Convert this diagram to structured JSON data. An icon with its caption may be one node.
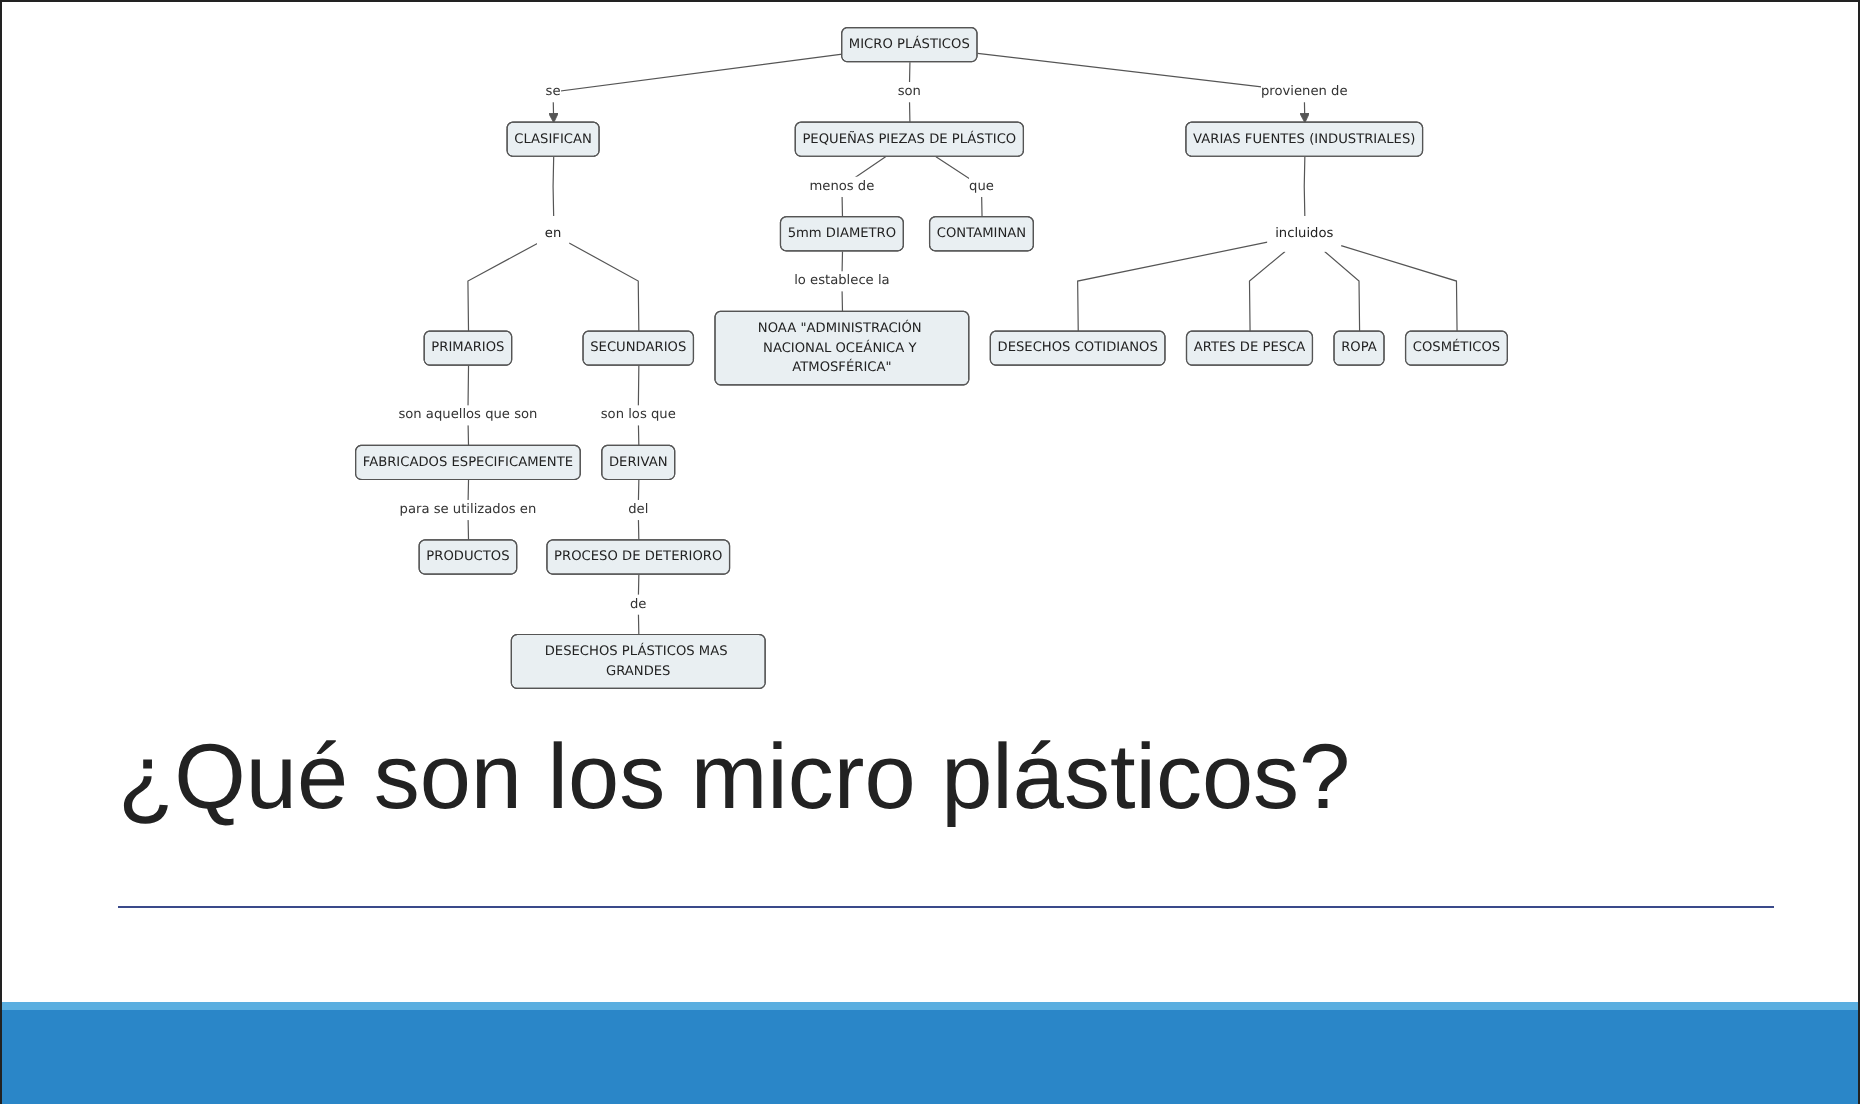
{
  "diagram": {
    "title": "¿Qué son los micro plásticos?",
    "nodes": [
      {
        "text": [
          "MICRO PLÁSTICOS"
        ]
      },
      {
        "text": [
          "CLASIFICAN"
        ]
      },
      {
        "text": [
          "VARIAS FUENTES (INDUSTRIALES)"
        ]
      },
      {
        "text": [
          "en"
        ]
      },
      {
        "text": [
          "PRIMARIOS"
        ]
      },
      {
        "text": [
          "SECUNDARIOS"
        ]
      },
      {
        "text": [
          "FABRICADOS ESPECIFICAMENTE"
        ]
      },
      {
        "text": [
          "DERIVAN"
        ]
      },
      {
        "text": [
          "PRODUCTOS"
        ]
      },
      {
        "text": [
          "PROCESO DE DETERIORO"
        ]
      },
      {
        "text": [
          "DESECHOS PLÁSTICOS MAS GRANDES"
        ]
      },
      {
        "text": [
          "PEQUEÑAS PIEZAS DE PLÁSTICO"
        ]
      },
      {
        "text": [
          "5mm DIAMETRO"
        ]
      },
      {
        "text": [
          "CONTAMINAN"
        ]
      },
      {
        "text": [
          "NOAA \"ADMINISTRACIÓN NACIONAL OCEÁNICA Y ATMOSFÉRICA\""
        ]
      },
      {
        "text": [
          "incluidos"
        ]
      },
      {
        "text": [
          "DESECHOS COTIDIANOS"
        ]
      },
      {
        "text": [
          "ARTES DE PESCA"
        ]
      },
      {
        "text": [
          "ROPA"
        ]
      },
      {
        "text": [
          "COSMÉTICOS"
        ]
      }
    ],
    "edges": [
      {
        "from": 0,
        "to": 1,
        "arrow": "to",
        "label": "se"
      },
      {
        "from": 0,
        "to": 2,
        "arrow": "to",
        "label": "provienen de"
      },
      {
        "from": 1,
        "to": 3,
        "arrow": "none"
      },
      {
        "from": 3,
        "to": 4,
        "arrow": "none"
      },
      {
        "from": 3,
        "to": 5,
        "arrow": "none"
      },
      {
        "from": 4,
        "to": 6,
        "arrow": "none",
        "label": "son aquellos que son"
      },
      {
        "from": 6,
        "to": 8,
        "arrow": "none",
        "label": "para se utilizados en"
      },
      {
        "from": 5,
        "to": 7,
        "arrow": "none",
        "label": "son los que"
      },
      {
        "from": 7,
        "to": 9,
        "arrow": "none",
        "label": "del"
      },
      {
        "from": 9,
        "to": 10,
        "arrow": "none",
        "label": "de"
      },
      {
        "from": 0,
        "to": 11,
        "arrow": "none",
        "label": "son"
      },
      {
        "from": 11,
        "to": 12,
        "arrow": "none",
        "label": "menos de"
      },
      {
        "from": 11,
        "to": 13,
        "arrow": "none",
        "label": "que"
      },
      {
        "from": 12,
        "to": 14,
        "arrow": "none",
        "label": "lo establece la"
      },
      {
        "from": 2,
        "to": 15,
        "arrow": "none"
      },
      {
        "from": 15,
        "to": 16,
        "arrow": "none"
      },
      {
        "from": 15,
        "to": 17,
        "arrow": "none"
      },
      {
        "from": 15,
        "to": 18,
        "arrow": "none"
      },
      {
        "from": 15,
        "to": 19,
        "arrow": "none"
      }
    ]
  }
}
